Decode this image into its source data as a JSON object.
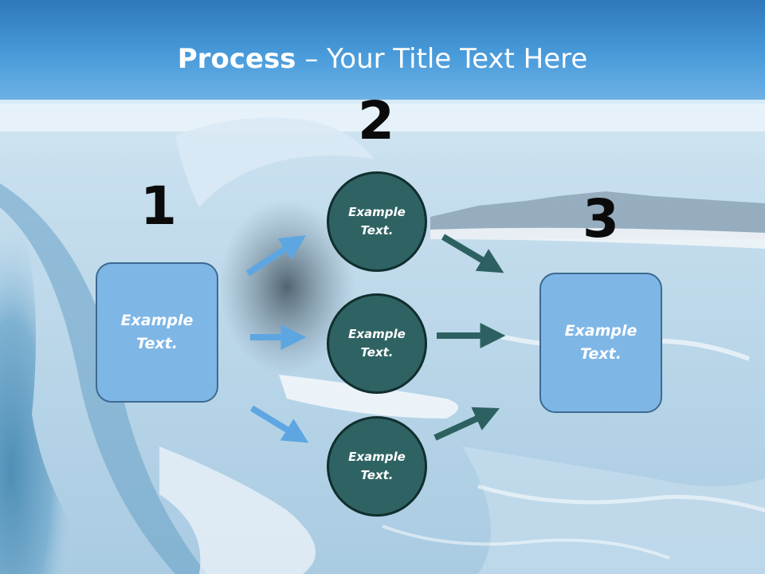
{
  "title": {
    "bold": "Process",
    "rest": " – Your Title Text Here"
  },
  "steps": [
    {
      "number": "1",
      "label_line1": "Example",
      "label_line2": "Text."
    },
    {
      "number": "2"
    },
    {
      "number": "3",
      "label_line1": "Example",
      "label_line2": "Text."
    }
  ],
  "circles": [
    {
      "label_line1": "Example",
      "label_line2": "Text."
    },
    {
      "label_line1": "Example",
      "label_line2": "Text."
    },
    {
      "label_line1": "Example",
      "label_line2": "Text."
    }
  ],
  "colors": {
    "header_blue": "#3d8fd1",
    "box_fill": "#7eb6e6",
    "box_border": "#3d6a91",
    "circle_fill": "#2f6363",
    "arrow_light": "#5ea6e2",
    "arrow_dark": "#2d6161",
    "number_text": "#0b0b0b"
  },
  "icons": {
    "left_arrows": "arrow-right-light-icon",
    "right_arrows": "arrow-right-dark-icon"
  }
}
